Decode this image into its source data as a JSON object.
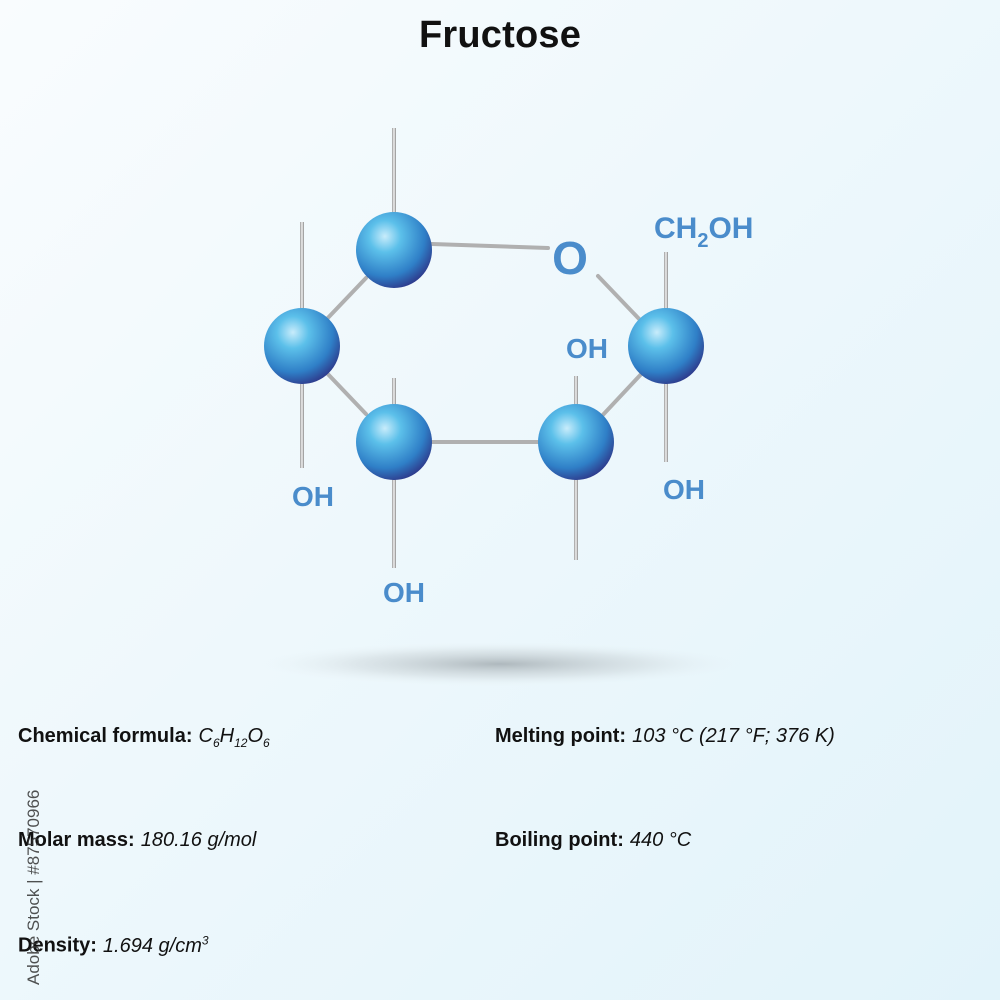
{
  "title": "Fructose",
  "molecule": {
    "ring_oxygen": "O",
    "ch2oh": {
      "main": "CH",
      "sub": "2",
      "tail": "OH"
    },
    "hydroxyls": [
      "OH",
      "OH",
      "OH",
      "OH"
    ],
    "atom_color": "#3a8fd0",
    "label_color": "#4a8ccb"
  },
  "properties": {
    "formula": {
      "label": "Chemical formula:",
      "parts": [
        "C",
        "6",
        "H",
        "12",
        "O",
        "6"
      ]
    },
    "molar_mass": {
      "label": "Molar mass:",
      "value": "180.16 g/mol"
    },
    "density": {
      "label": "Density:",
      "value": "1.694 g/cm",
      "sup": "3"
    },
    "melting_point": {
      "label": "Melting point:",
      "value": "103 °C (217 °F; 376 K)"
    },
    "boiling_point": {
      "label": "Boiling point:",
      "value": "440 °C"
    }
  },
  "watermark": "Adobe Stock | #87570966"
}
